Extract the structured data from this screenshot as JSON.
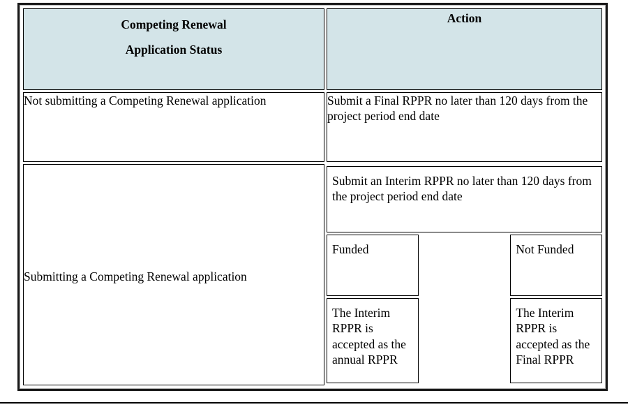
{
  "table": {
    "headers": [
      {
        "lines": [
          "Competing Renewal",
          "Application Status"
        ]
      },
      {
        "lines": [
          "Action"
        ]
      }
    ],
    "rows": [
      {
        "status": "Not submitting a Competing Renewal application",
        "action": "Submit a Final RPPR no later than 120 days from the project period end date"
      },
      {
        "status": "Submitting a Competing Renewal application",
        "action_main": "Submit an Interim RPPR no later than 120 days from the project period end date",
        "outcome_labels": [
          "Funded",
          "Not Funded"
        ],
        "outcome_results": [
          "The Interim RPPR is accepted as the annual RPPR",
          "The Interim RPPR is accepted as the Final RPPR"
        ]
      }
    ]
  },
  "style": {
    "header_background": "#d3e4e8",
    "border_color": "#000000",
    "frame_color": "#191919",
    "text_color": "#000000"
  }
}
